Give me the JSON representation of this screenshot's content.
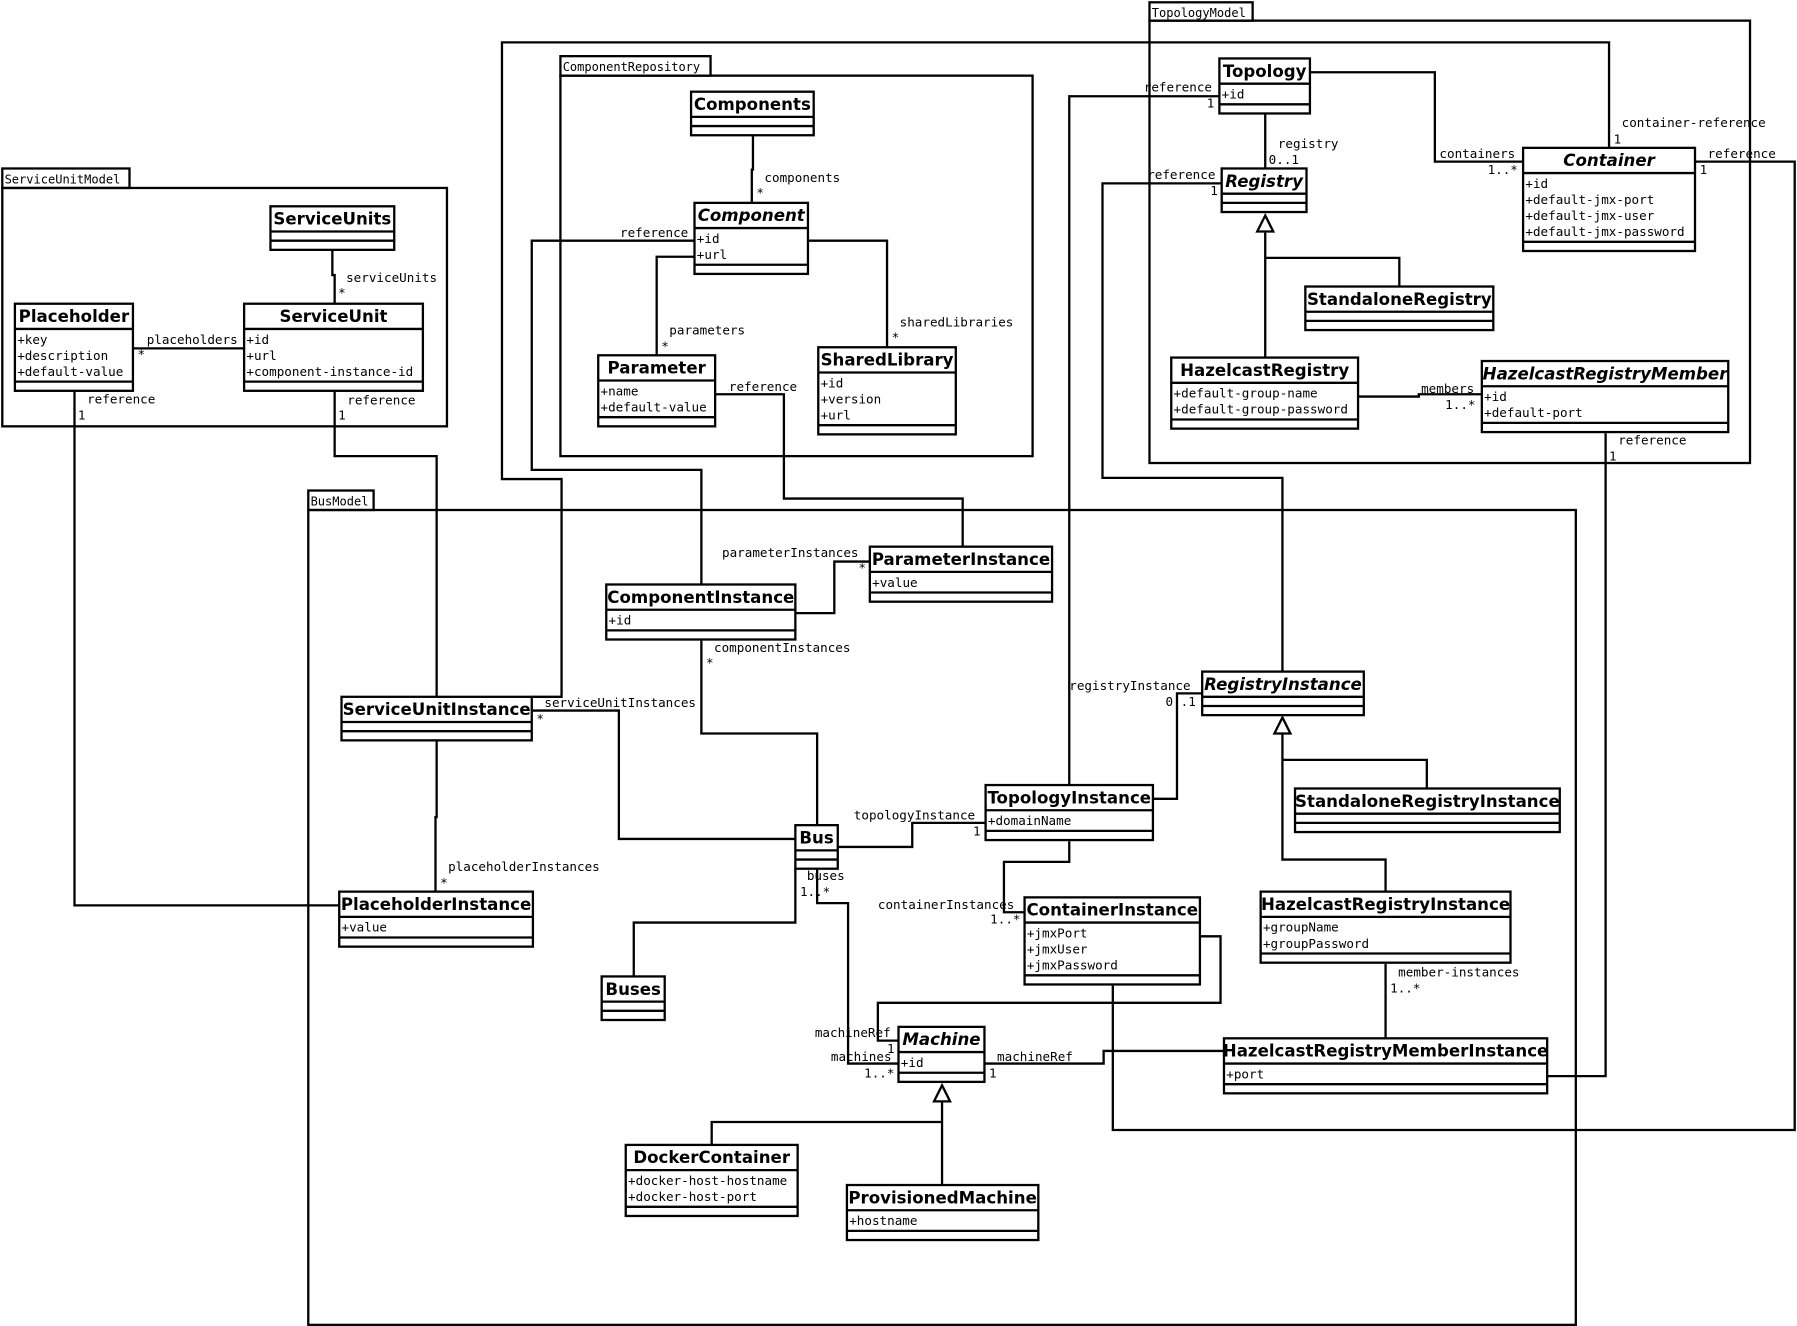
{
  "packages": [
    {
      "id": "sum",
      "name": "ServiceUnitModel"
    },
    {
      "id": "cr",
      "name": "ComponentRepository"
    },
    {
      "id": "tm",
      "name": "TopologyModel"
    },
    {
      "id": "bm",
      "name": "BusModel"
    }
  ],
  "classes": [
    {
      "id": "Components",
      "name": "Components",
      "abstract": false,
      "attributes": []
    },
    {
      "id": "ServiceUnits",
      "name": "ServiceUnits",
      "abstract": false,
      "attributes": []
    },
    {
      "id": "Placeholder",
      "name": "Placeholder",
      "abstract": false,
      "attributes": [
        "+key",
        "+description",
        "+default-value"
      ]
    },
    {
      "id": "ServiceUnit",
      "name": "ServiceUnit",
      "abstract": false,
      "attributes": [
        "+id",
        "+url",
        "+component-instance-id"
      ]
    },
    {
      "id": "Component",
      "name": "Component",
      "abstract": true,
      "attributes": [
        "+id",
        "+url"
      ]
    },
    {
      "id": "Parameter",
      "name": "Parameter",
      "abstract": false,
      "attributes": [
        "+name",
        "+default-value"
      ]
    },
    {
      "id": "SharedLibrary",
      "name": "SharedLibrary",
      "abstract": false,
      "attributes": [
        "+id",
        "+version",
        "+url"
      ]
    },
    {
      "id": "Topology",
      "name": "Topology",
      "abstract": false,
      "attributes": [
        "+id"
      ]
    },
    {
      "id": "Registry",
      "name": "Registry",
      "abstract": true,
      "attributes": []
    },
    {
      "id": "Container",
      "name": "Container",
      "abstract": true,
      "attributes": [
        "+id",
        "+default-jmx-port",
        "+default-jmx-user",
        "+default-jmx-password"
      ]
    },
    {
      "id": "StandaloneRegistry",
      "name": "StandaloneRegistry",
      "abstract": false,
      "attributes": []
    },
    {
      "id": "HazelcastRegistry",
      "name": "HazelcastRegistry",
      "abstract": false,
      "attributes": [
        "+default-group-name",
        "+default-group-password"
      ]
    },
    {
      "id": "HazelcastRegistryMember",
      "name": "HazelcastRegistryMember",
      "abstract": true,
      "attributes": [
        "+id",
        "+default-port"
      ]
    },
    {
      "id": "ParameterInstance",
      "name": "ParameterInstance",
      "abstract": false,
      "attributes": [
        "+value"
      ]
    },
    {
      "id": "ComponentInstance",
      "name": "ComponentInstance",
      "abstract": false,
      "attributes": [
        "+id"
      ]
    },
    {
      "id": "ServiceUnitInstance",
      "name": "ServiceUnitInstance",
      "abstract": false,
      "attributes": []
    },
    {
      "id": "RegistryInstance",
      "name": "RegistryInstance",
      "abstract": true,
      "attributes": []
    },
    {
      "id": "StandaloneRegistryInstance",
      "name": "StandaloneRegistryInstance",
      "abstract": false,
      "attributes": []
    },
    {
      "id": "TopologyInstance",
      "name": "TopologyInstance",
      "abstract": false,
      "attributes": [
        "+domainName"
      ]
    },
    {
      "id": "Bus",
      "name": "Bus",
      "abstract": false,
      "attributes": []
    },
    {
      "id": "PlaceholderInstance",
      "name": "PlaceholderInstance",
      "abstract": false,
      "attributes": [
        "+value"
      ]
    },
    {
      "id": "ContainerInstance",
      "name": "ContainerInstance",
      "abstract": false,
      "attributes": [
        "+jmxPort",
        "+jmxUser",
        "+jmxPassword"
      ]
    },
    {
      "id": "HazelcastRegistryInstance",
      "name": "HazelcastRegistryInstance",
      "abstract": false,
      "attributes": [
        "+groupName",
        "+groupPassword"
      ]
    },
    {
      "id": "Buses",
      "name": "Buses",
      "abstract": false,
      "attributes": []
    },
    {
      "id": "Machine",
      "name": "Machine",
      "abstract": true,
      "attributes": [
        "+id"
      ]
    },
    {
      "id": "HazelcastRegistryMemberInstance",
      "name": "HazelcastRegistryMemberInstance",
      "abstract": false,
      "attributes": [
        "+port"
      ]
    },
    {
      "id": "DockerContainer",
      "name": "DockerContainer",
      "abstract": false,
      "attributes": [
        "+docker-host-hostname",
        "+docker-host-port"
      ]
    },
    {
      "id": "ProvisionedMachine",
      "name": "ProvisionedMachine",
      "abstract": false,
      "attributes": [
        "+hostname"
      ]
    }
  ],
  "relations": [
    {
      "id": "e1",
      "kind": "association",
      "from": "ServiceUnits",
      "to": "ServiceUnit",
      "labels": [
        "serviceUnits",
        "*"
      ]
    },
    {
      "id": "e2",
      "kind": "association",
      "from": "ServiceUnit",
      "to": "Placeholder",
      "labels": [
        "placeholders",
        "*"
      ]
    },
    {
      "id": "e3",
      "kind": "association",
      "from": "PlaceholderInstance",
      "to": "Placeholder",
      "labels": [
        "reference",
        "1"
      ]
    },
    {
      "id": "e4",
      "kind": "association",
      "from": "ServiceUnitInstance",
      "to": "ServiceUnit",
      "labels": [
        "reference",
        "1"
      ]
    },
    {
      "id": "e5",
      "kind": "association",
      "from": "Components",
      "to": "Component",
      "labels": [
        "components",
        "*"
      ]
    },
    {
      "id": "e6",
      "kind": "association",
      "from": "Component",
      "to": "Parameter",
      "labels": [
        "parameters",
        "*"
      ]
    },
    {
      "id": "e7",
      "kind": "association",
      "from": "Component",
      "to": "SharedLibrary",
      "labels": [
        "sharedLibraries",
        "*"
      ]
    },
    {
      "id": "e8",
      "kind": "association",
      "from": "ComponentInstance",
      "to": "Component",
      "labels": [
        "reference"
      ]
    },
    {
      "id": "e9",
      "kind": "association",
      "from": "ParameterInstance",
      "to": "Parameter",
      "labels": [
        "reference"
      ]
    },
    {
      "id": "e10",
      "kind": "association",
      "from": "Topology",
      "to": "Registry",
      "labels": [
        "registry",
        "0..1"
      ]
    },
    {
      "id": "e11",
      "kind": "association",
      "from": "Topology",
      "to": "Container",
      "labels": [
        "containers",
        "1..*"
      ]
    },
    {
      "id": "e12",
      "kind": "generalization",
      "from": "StandaloneRegistry",
      "to": "Registry",
      "labels": []
    },
    {
      "id": "e13",
      "kind": "association",
      "from": "HazelcastRegistry",
      "to": "HazelcastRegistryMember",
      "labels": [
        "members",
        "1..*"
      ]
    },
    {
      "id": "e14",
      "kind": "association",
      "from": "TopologyInstance",
      "to": "Topology",
      "labels": [
        "reference",
        "1"
      ]
    },
    {
      "id": "e15",
      "kind": "association",
      "from": "RegistryInstance",
      "to": "Registry",
      "labels": [
        "reference",
        "1"
      ]
    },
    {
      "id": "e16",
      "kind": "association",
      "from": "ServiceUnitInstance",
      "to": "Container",
      "labels": [
        "container-reference",
        "1"
      ]
    },
    {
      "id": "e17",
      "kind": "association",
      "from": "ContainerInstance",
      "to": "Container",
      "labels": [
        "reference",
        "1"
      ]
    },
    {
      "id": "e18",
      "kind": "association",
      "from": "HazelcastRegistryMemberInstance",
      "to": "HazelcastRegistryMember",
      "labels": [
        "reference",
        "1"
      ]
    },
    {
      "id": "e19",
      "kind": "association",
      "from": "ComponentInstance",
      "to": "ParameterInstance",
      "labels": [
        "parameterInstances",
        "*"
      ]
    },
    {
      "id": "e20",
      "kind": "association",
      "from": "Bus",
      "to": "ComponentInstance",
      "labels": [
        "componentInstances",
        "*"
      ]
    },
    {
      "id": "e21",
      "kind": "association",
      "from": "Bus",
      "to": "ServiceUnitInstance",
      "labels": [
        "serviceUnitInstances",
        "*"
      ]
    },
    {
      "id": "e22",
      "kind": "association",
      "from": "ServiceUnitInstance",
      "to": "PlaceholderInstance",
      "labels": [
        "placeholderInstances",
        "*"
      ]
    },
    {
      "id": "e23",
      "kind": "association",
      "from": "Bus",
      "to": "TopologyInstance",
      "labels": [
        "topologyInstance",
        "1"
      ]
    },
    {
      "id": "e24",
      "kind": "association",
      "from": "Buses",
      "to": "Bus",
      "labels": [
        "buses",
        "1..*"
      ]
    },
    {
      "id": "e25",
      "kind": "association",
      "from": "Bus",
      "to": "Machine",
      "labels": [
        "machines",
        "1..*"
      ]
    },
    {
      "id": "e26",
      "kind": "association",
      "from": "TopologyInstance",
      "to": "RegistryInstance",
      "labels": [
        "registryInstance",
        "0..1"
      ]
    },
    {
      "id": "e27",
      "kind": "association",
      "from": "TopologyInstance",
      "to": "ContainerInstance",
      "labels": [
        "containerInstances",
        "1..*"
      ]
    },
    {
      "id": "e28",
      "kind": "generalization",
      "from": "HazelcastRegistryInstance",
      "to": "RegistryInstance",
      "labels": []
    },
    {
      "id": "e29",
      "kind": "association",
      "from": "HazelcastRegistryInstance",
      "to": "HazelcastRegistryMemberInstance",
      "labels": [
        "member-instances",
        "1..*"
      ]
    },
    {
      "id": "e30",
      "kind": "association",
      "from": "ContainerInstance",
      "to": "Machine",
      "labels": [
        "machineRef",
        "1"
      ]
    },
    {
      "id": "e31",
      "kind": "association",
      "from": "HazelcastRegistryMemberInstance",
      "to": "Machine",
      "labels": [
        "machineRef",
        "1"
      ]
    },
    {
      "id": "e32",
      "kind": "generalization",
      "from": "DockerContainer",
      "to": "Machine",
      "labels": []
    }
  ]
}
